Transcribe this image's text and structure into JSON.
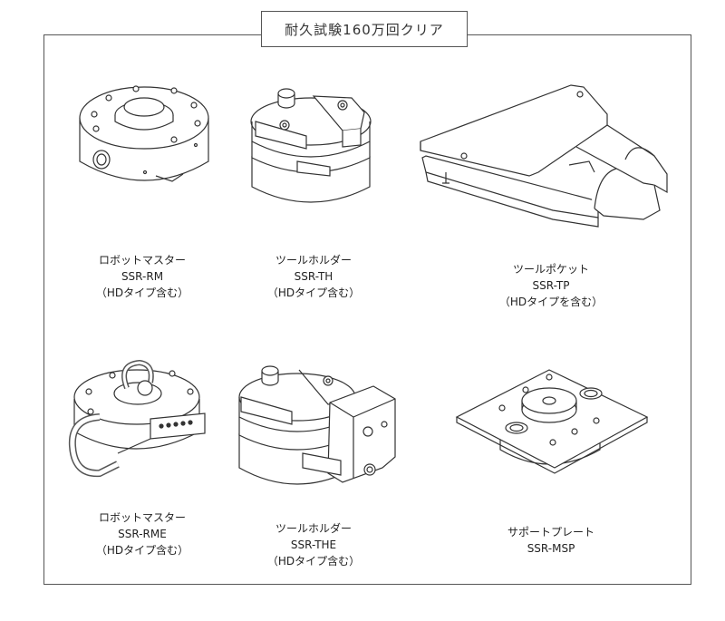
{
  "heading": "耐久試験160万回クリア",
  "products": [
    {
      "name": "ロボットマスター",
      "model": "SSR-RM",
      "note": "（HDタイプ含む）",
      "icon": "robot-master-illustration"
    },
    {
      "name": "ツールホルダー",
      "model": "SSR-TH",
      "note": "（HDタイプ含む）",
      "icon": "tool-holder-illustration"
    },
    {
      "name": "ツールポケット",
      "model": "SSR-TP",
      "note": "（HDタイプを含む）",
      "icon": "tool-pocket-illustration"
    },
    {
      "name": "ロボットマスター",
      "model": "SSR-RME",
      "note": "（HDタイプ含む）",
      "icon": "robot-master-e-illustration"
    },
    {
      "name": "ツールホルダー",
      "model": "SSR-THE",
      "note": "（HDタイプ含む）",
      "icon": "tool-holder-e-illustration"
    },
    {
      "name": "サポートプレート",
      "model": "SSR-MSP",
      "note": "",
      "icon": "support-plate-illustration"
    }
  ]
}
